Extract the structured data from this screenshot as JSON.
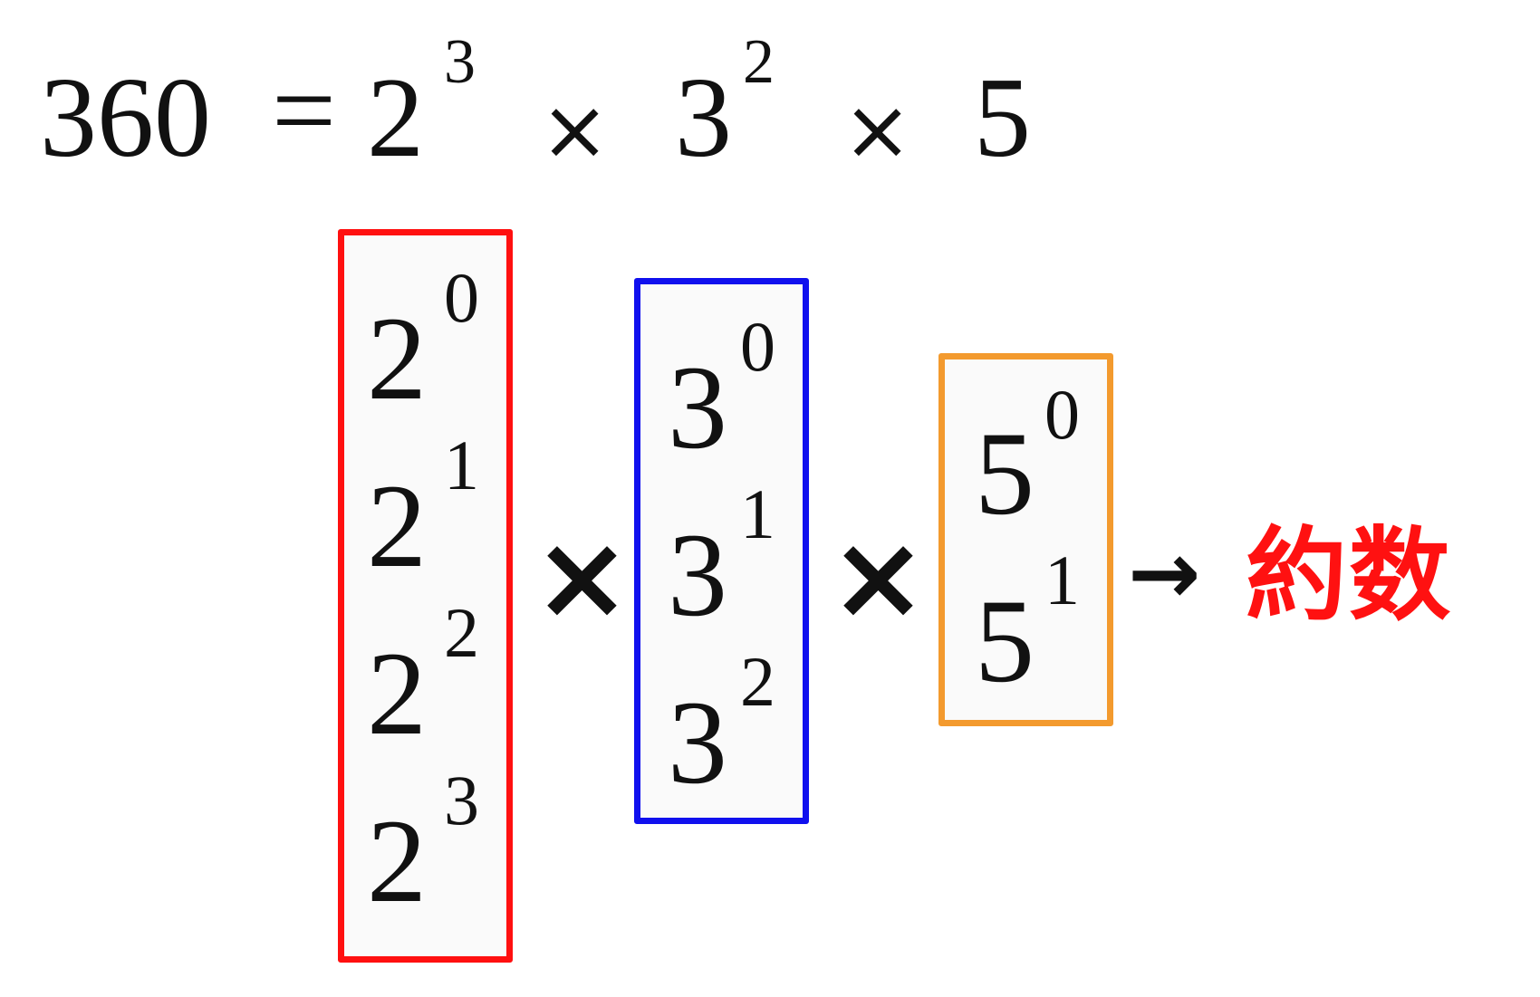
{
  "equation": {
    "lhs": "360",
    "equals": "=",
    "factors": [
      {
        "base": "2",
        "exp": "3"
      },
      {
        "base": "3",
        "exp": "2"
      },
      {
        "base": "5",
        "exp": ""
      }
    ],
    "times": "×"
  },
  "boxes": [
    {
      "base": "2",
      "color": "#ff1010",
      "powers": [
        "0",
        "1",
        "2",
        "3"
      ]
    },
    {
      "base": "3",
      "color": "#1010ee",
      "powers": [
        "0",
        "1",
        "2"
      ]
    },
    {
      "base": "5",
      "color": "#f39a2e",
      "powers": [
        "0",
        "1"
      ]
    }
  ],
  "operators": {
    "times": "×",
    "arrow": "→"
  },
  "result": {
    "label": "約数",
    "color": "#ff1111"
  }
}
